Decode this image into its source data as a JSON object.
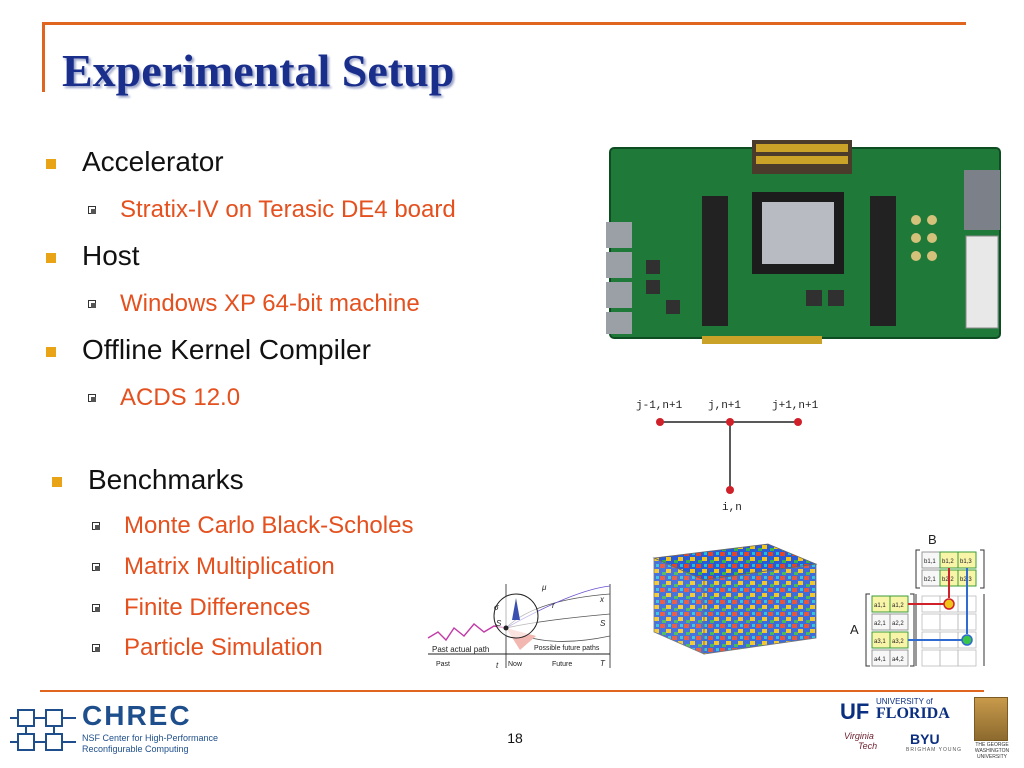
{
  "slide": {
    "title": "Experimental Setup",
    "page_number": "18"
  },
  "bullets": [
    {
      "label": "Accelerator",
      "sub": "Stratix-IV on Terasic DE4 board"
    },
    {
      "label": "Host",
      "sub": "Windows XP 64-bit machine"
    },
    {
      "label": "Offline Kernel Compiler",
      "sub": "ACDS 12.0"
    }
  ],
  "benchmarks": {
    "label": "Benchmarks",
    "items": [
      "Monte Carlo Black-Scholes",
      "Matrix Multiplication",
      "Finite Differences",
      "Particle Simulation"
    ]
  },
  "stencil": {
    "left": "j-1,n+1",
    "center": "j,n+1",
    "right": "j+1,n+1",
    "bottom": "i,n"
  },
  "montecarlo": {
    "past_path": "Past actual path",
    "future_paths": "Possible future paths",
    "past": "Past",
    "now": "Now",
    "future": "Future",
    "t_end": "T",
    "t0": "t",
    "s0": "S",
    "st": "S",
    "xt": "x",
    "r": "r",
    "mu": "μ",
    "sigma": "σ"
  },
  "matrix": {
    "a_label": "A",
    "b_label": "B",
    "b_cells": [
      "b1,1",
      "b1,2",
      "b1,3",
      "b2,1",
      "b2,2",
      "b2,3"
    ],
    "a_cells": [
      "a1,1",
      "a1,2",
      "a2,1",
      "a2,2",
      "a3,1",
      "a3,2",
      "a4,1",
      "a4,2"
    ]
  },
  "logos": {
    "chrec_name": "CHREC",
    "chrec_line1": "NSF Center for High-Performance",
    "chrec_line2": "Reconfigurable Computing",
    "uf_mark": "UF",
    "uf_university": "UNIVERSITY of",
    "uf_florida": "FLORIDA",
    "vt_line1": "Virginia",
    "vt_line2": "Tech",
    "byu": "BYU",
    "byu_sub": "BRIGHAM YOUNG",
    "gw_line1": "THE GEORGE",
    "gw_line2": "WASHINGTON",
    "gw_line3": "UNIVERSITY"
  },
  "colors": {
    "accent": "#e0661f",
    "title": "#1a2f8c",
    "sub_bullet": "#e4501e",
    "bullet_square": "#e8a317"
  }
}
